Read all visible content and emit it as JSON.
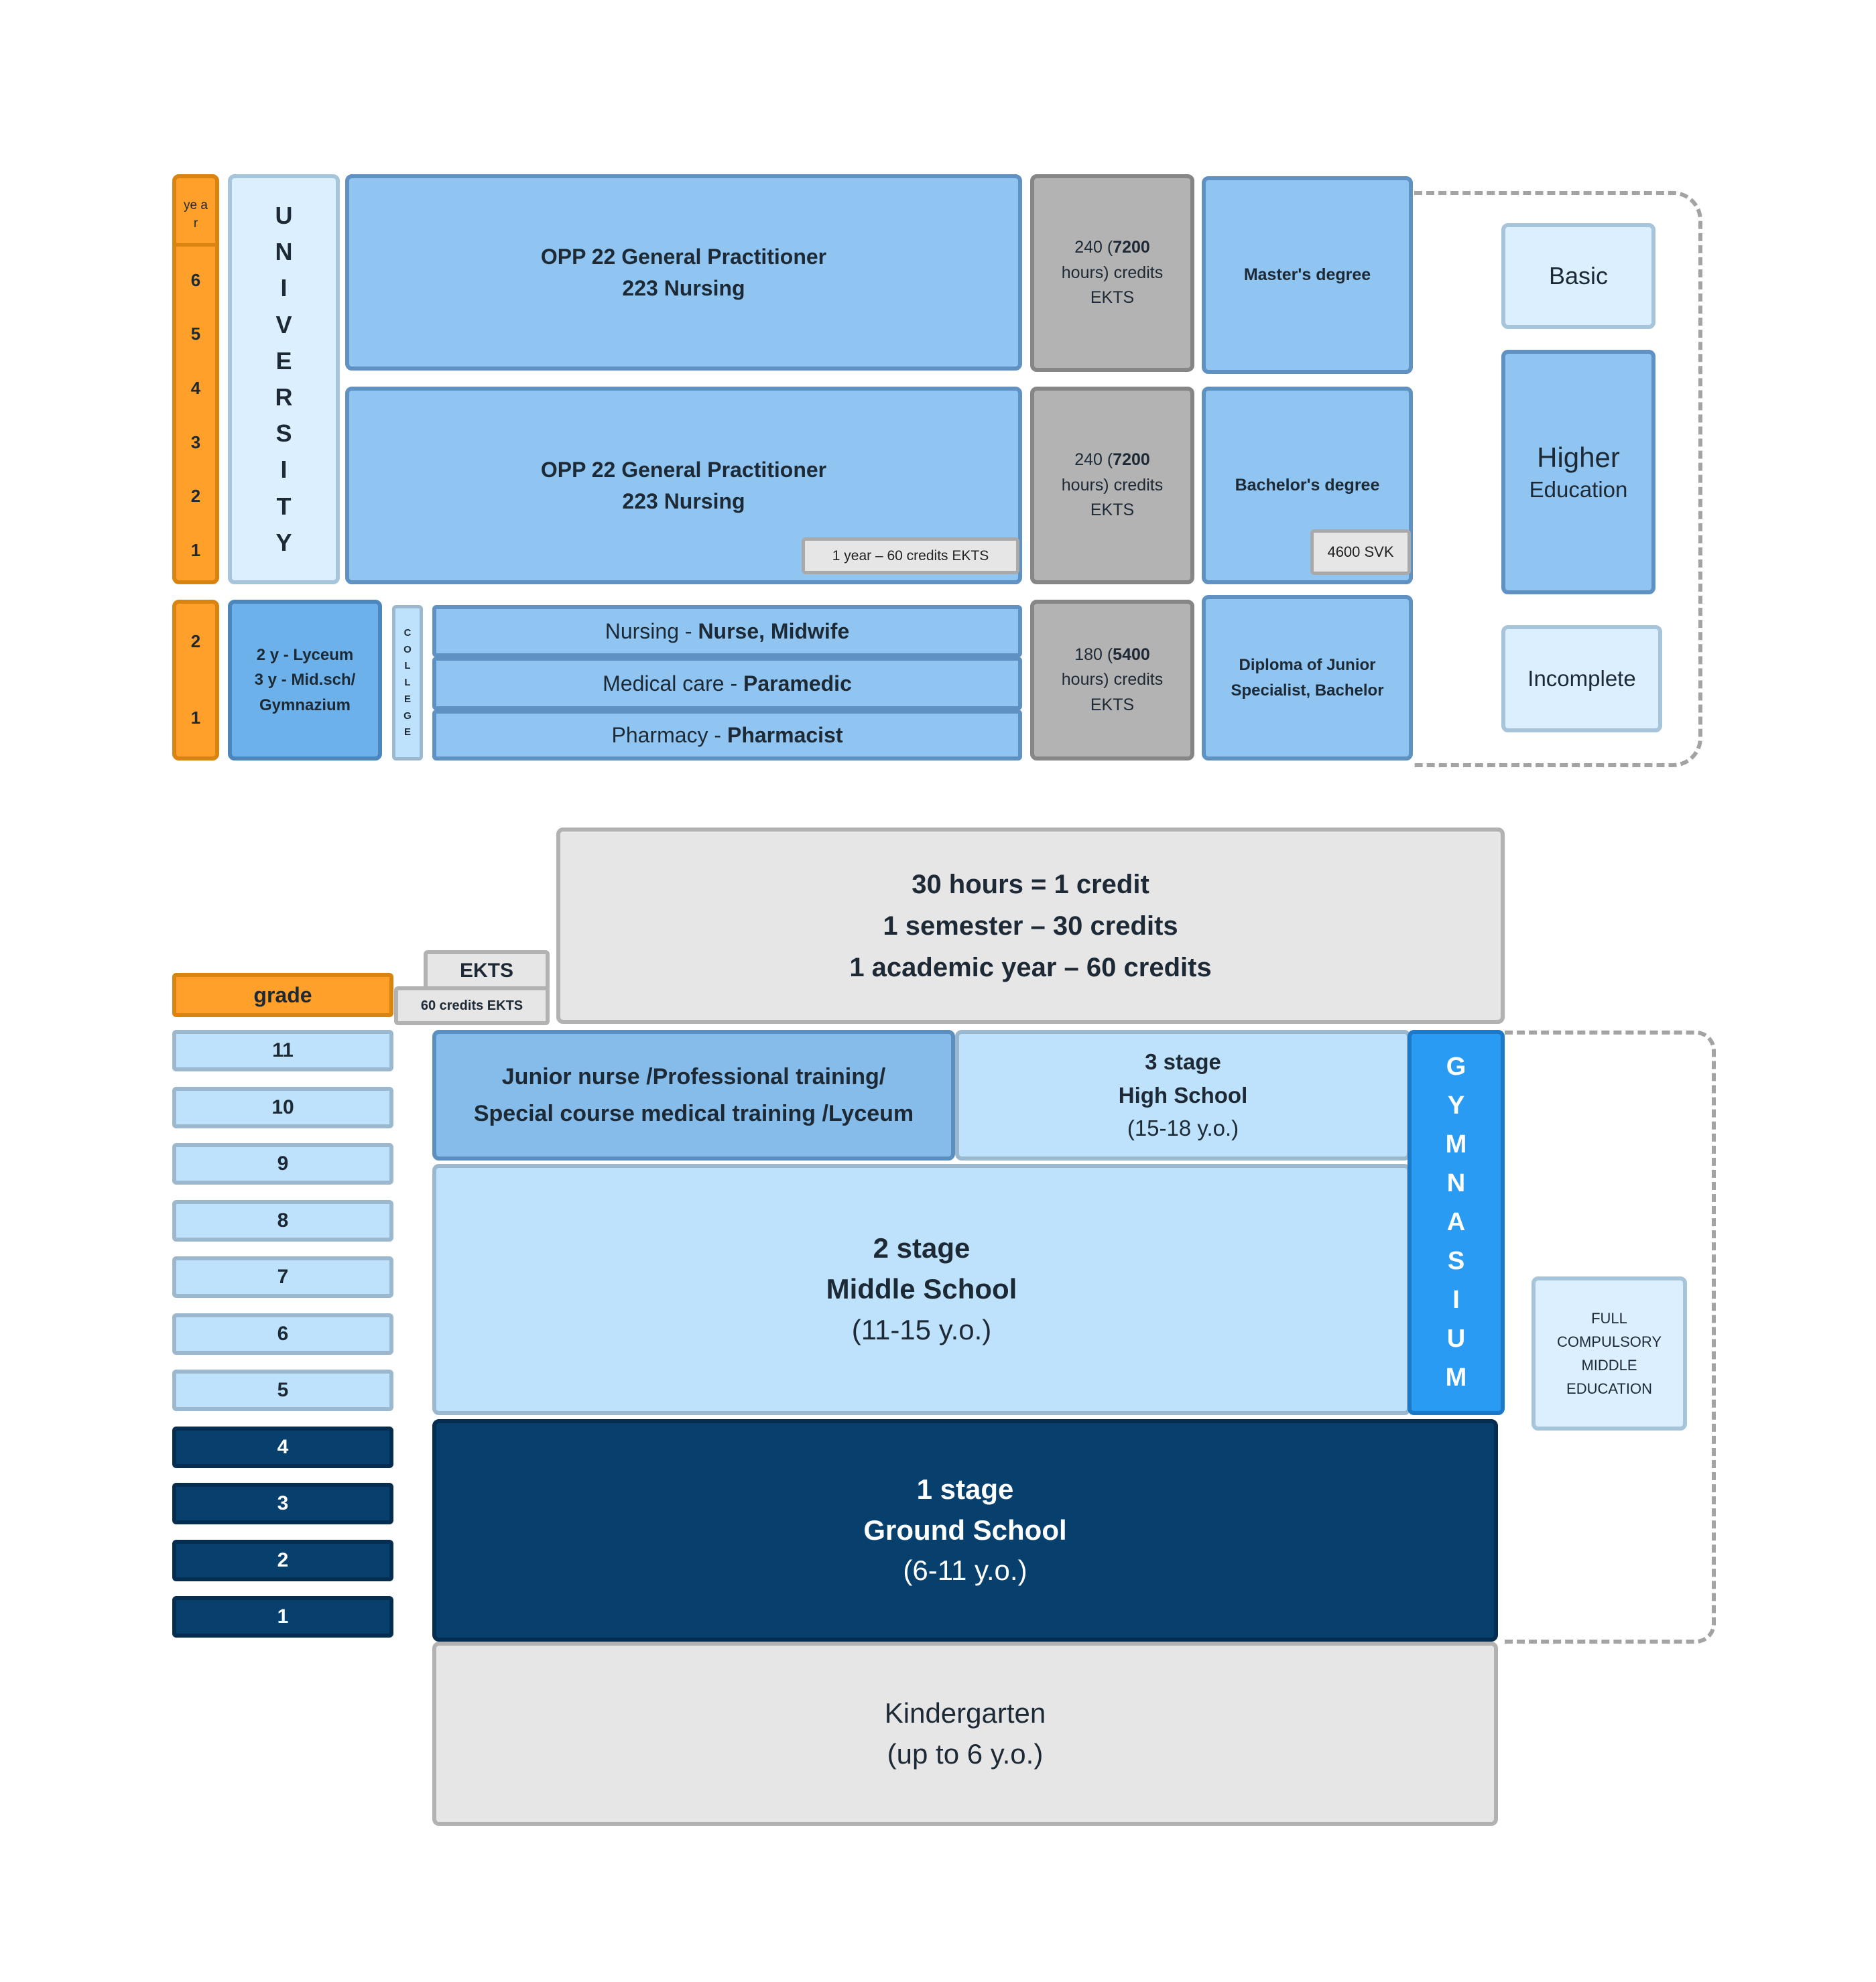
{
  "year_column": {
    "header": "ye ar",
    "years": [
      "6",
      "5",
      "4",
      "3",
      "2",
      "1"
    ]
  },
  "college_years": [
    "2",
    "1"
  ],
  "university": {
    "letters": [
      "U",
      "N",
      "I",
      "V",
      "E",
      "R",
      "S",
      "I",
      "T",
      "Y"
    ]
  },
  "college": {
    "letters": [
      "C",
      "O",
      "L",
      "L",
      "E",
      "G",
      "E"
    ]
  },
  "lyceum": {
    "line1": "2 y - Lyceum",
    "line2": "3 y - Mid.sch/",
    "line3": "Gymnazium"
  },
  "program_master": {
    "line1": "OPP 22 General Practitioner",
    "line2": "223 Nursing"
  },
  "program_bachelor": {
    "line1": "OPP 22 General Practitioner",
    "line2": "223 Nursing",
    "tag": "1 year – 60 credits EKTS"
  },
  "college_programs": [
    {
      "field": "Nursing - ",
      "title": "Nurse, Midwife"
    },
    {
      "field": "Medical care - ",
      "title": "Paramedic"
    },
    {
      "field": "Pharmacy - ",
      "title": "Pharmacist"
    }
  ],
  "credits_master": {
    "pre": "240 (",
    "bold": "7200",
    "post": "hours) credits",
    "line3": "EKTS"
  },
  "credits_bachelor": {
    "pre": "240 (",
    "bold": "7200",
    "post": "hours) credits",
    "line3": "EKTS"
  },
  "credits_college": {
    "pre": "180 (",
    "bold": "5400",
    "post": "hours) credits",
    "line3": "EKTS"
  },
  "degrees": {
    "master": "Master's degree",
    "bachelor": "Bachelor's degree",
    "bachelor_tag": "4600 SVK",
    "junior_line1": "Diploma of Junior",
    "junior_line2": "Specialist, Bachelor"
  },
  "higher_ed": {
    "basic": "Basic",
    "higher_line1": "Higher",
    "higher_line2": "Education",
    "incomplete": "Incomplete"
  },
  "credits_info": {
    "line1": "30 hours = 1 credit",
    "line2": "1 semester – 30 credits",
    "line3": "1 academic year – 60 credits"
  },
  "ekts": {
    "label": "EKTS",
    "sub": "60 credits  EKTS"
  },
  "grade": {
    "header": "grade",
    "grades": [
      "11",
      "10",
      "9",
      "8",
      "7",
      "6",
      "5",
      "4",
      "3",
      "2",
      "1"
    ]
  },
  "junior_nurse": {
    "line1": "Junior nurse /Professional training/",
    "line2": "Special course medical training /Lyceum"
  },
  "stage3": {
    "line1": "3 stage",
    "line2": "High School",
    "line3": "(15-18 y.o.)"
  },
  "stage2": {
    "line1": "2 stage",
    "line2": "Middle School",
    "line3": "(11-15 y.o.)"
  },
  "stage1": {
    "line1": "1 stage",
    "line2": "Ground School",
    "line3": "(6-11 y.o.)"
  },
  "gymnasium": {
    "letters": [
      "G",
      "Y",
      "M",
      "N",
      "A",
      "S",
      "I",
      "U",
      "M"
    ]
  },
  "compulsory": {
    "line1": "FULL",
    "line2": "COMPULSORY",
    "line3": "MIDDLE",
    "line4": "EDUCATION"
  },
  "kindergarten": {
    "line1": "Kindergarten",
    "line2": "(up to 6 y.o.)"
  },
  "colors": {
    "orange": "#ffa02b",
    "light_blue": "#8fc5f0",
    "pale_blue": "#bee2fc",
    "navy": "#07406d",
    "bright_blue": "#2a9bf3",
    "gray": "#b3b3b3",
    "light_gray": "#e6e6e6"
  }
}
